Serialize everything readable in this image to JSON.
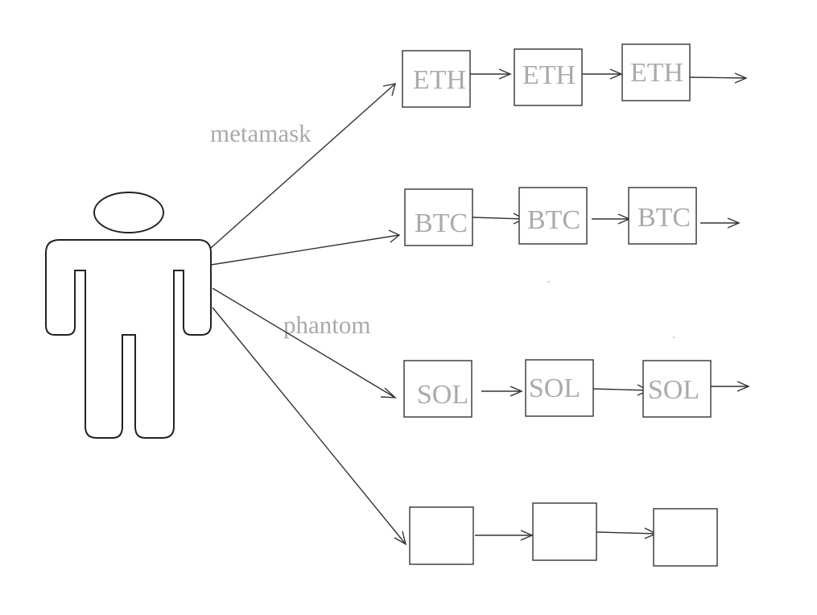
{
  "diagram": {
    "labels": {
      "metamask": "metamask",
      "phantom": "phantom"
    },
    "rows": [
      {
        "nodes": [
          "ETH",
          "ETH",
          "ETH"
        ],
        "trailing_arrow": true
      },
      {
        "nodes": [
          "BTC",
          "BTC",
          "BTC"
        ],
        "trailing_arrow": true
      },
      {
        "nodes": [
          "SOL",
          "SOL",
          "SOL"
        ],
        "trailing_arrow": true
      },
      {
        "nodes": [
          "",
          "",
          ""
        ],
        "trailing_arrow": false
      }
    ]
  }
}
